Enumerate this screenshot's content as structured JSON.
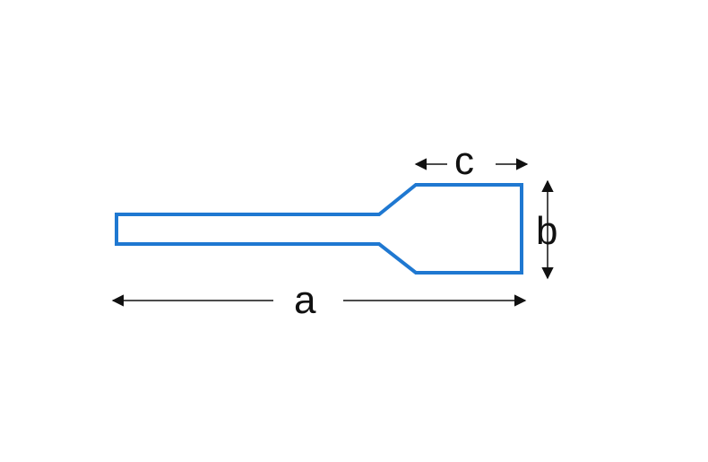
{
  "labels": {
    "length": "a",
    "height": "b",
    "flat_length": "c"
  },
  "colors": {
    "shape_stroke": "#1f78d1",
    "dimension_line": "#111111"
  }
}
